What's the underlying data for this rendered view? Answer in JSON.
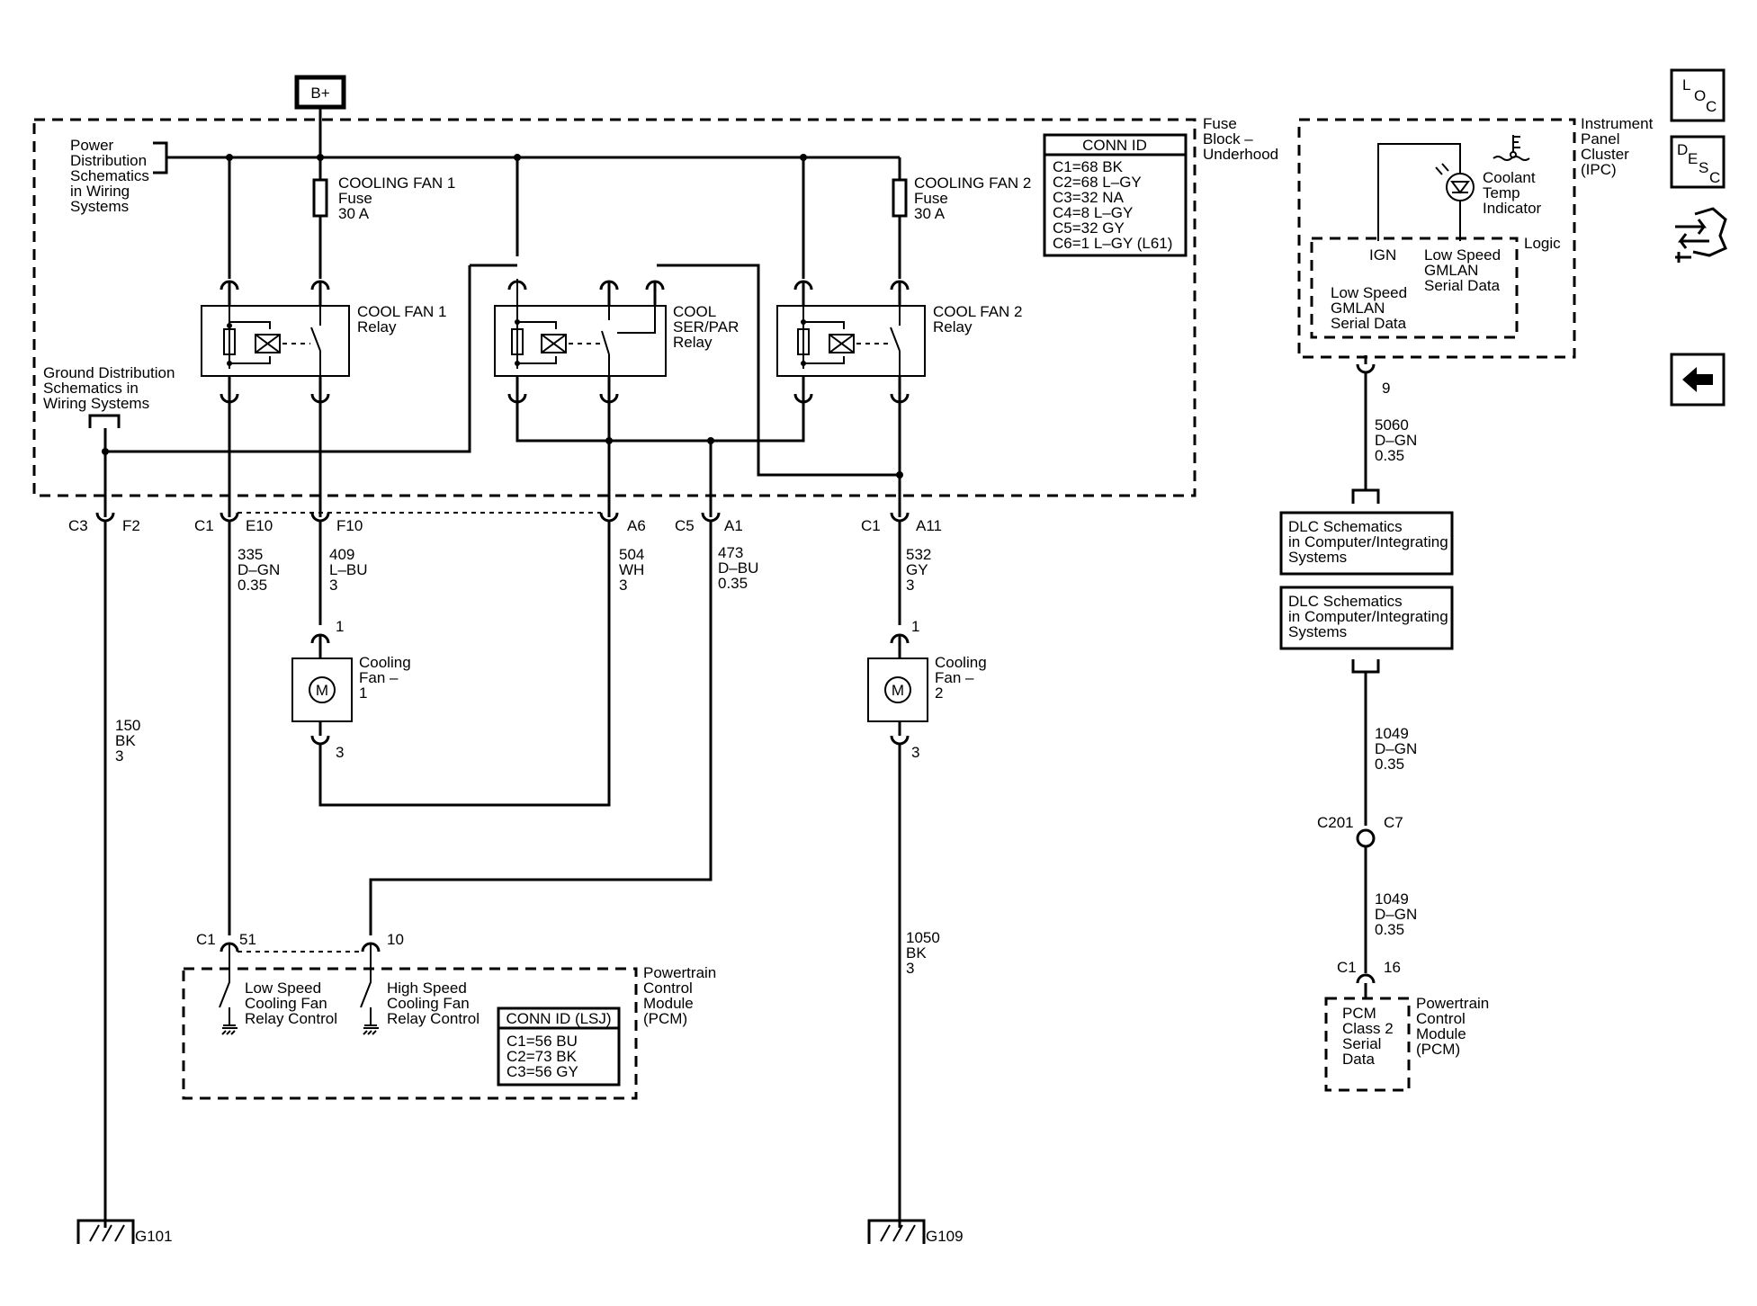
{
  "power": {
    "b_plus": "B+"
  },
  "fuse_block": {
    "title": [
      "Fuse",
      "Block –",
      "Underhood"
    ]
  },
  "power_distribution": [
    "Power",
    "Distribution",
    "Schematics",
    "in Wiring",
    "Systems"
  ],
  "ground_distribution": [
    "Ground Distribution",
    "Schematics in",
    "Wiring Systems"
  ],
  "fuses": [
    {
      "lines": [
        "COOLING FAN 1",
        "Fuse",
        "30 A"
      ]
    },
    {
      "lines": [
        "COOLING FAN 2",
        "Fuse",
        "30 A"
      ]
    }
  ],
  "relays": [
    {
      "lines": [
        "COOL FAN 1",
        "Relay"
      ]
    },
    {
      "lines": [
        "COOL",
        "SER/PAR",
        "Relay"
      ]
    },
    {
      "lines": [
        "COOL FAN 2",
        "Relay"
      ]
    }
  ],
  "conn_id": {
    "title": "CONN ID",
    "rows": [
      "C1=68 BK",
      "C2=68 L–GY",
      "C3=32 NA",
      "C4=8 L–GY",
      "C5=32 GY",
      "C6=1 L–GY (L61)"
    ]
  },
  "connectors": {
    "c3": "C3",
    "f2": "F2",
    "c1_a": "C1",
    "e10": "E10",
    "f10": "F10",
    "a6": "A6",
    "c5": "C5",
    "a1": "A1",
    "c1_b": "C1",
    "a11": "A11",
    "fan1_p1": "1",
    "fan1_p3": "3",
    "fan2_p1": "1",
    "fan2_p3": "3",
    "pcm_c1": "C1",
    "pcm_51": "51",
    "pcm_10": "10",
    "ipc_9": "9",
    "c201": "C201",
    "c7": "C7",
    "pcm2_c1": "C1",
    "pcm2_16": "16"
  },
  "wires": [
    {
      "lines": [
        "150",
        "BK",
        "3"
      ]
    },
    {
      "lines": [
        "335",
        "D–GN",
        "0.35"
      ]
    },
    {
      "lines": [
        "409",
        "L–BU",
        "3"
      ]
    },
    {
      "lines": [
        "504",
        "WH",
        "3"
      ]
    },
    {
      "lines": [
        "473",
        "D–BU",
        "0.35"
      ]
    },
    {
      "lines": [
        "532",
        "GY",
        "3"
      ]
    },
    {
      "lines": [
        "1050",
        "BK",
        "3"
      ]
    },
    {
      "lines": [
        "5060",
        "D–GN",
        "0.35"
      ]
    },
    {
      "lines": [
        "1049",
        "D–GN",
        "0.35"
      ]
    },
    {
      "lines": [
        "1049",
        "D–GN",
        "0.35"
      ]
    }
  ],
  "fans": [
    {
      "symbol": "M",
      "lines": [
        "Cooling",
        "Fan –",
        "1"
      ]
    },
    {
      "symbol": "M",
      "lines": [
        "Cooling",
        "Fan –",
        "2"
      ]
    }
  ],
  "pcm": {
    "title": [
      "Powertrain",
      "Control",
      "Module",
      "(PCM)"
    ],
    "low_speed": [
      "Low Speed",
      "Cooling Fan",
      "Relay Control"
    ],
    "high_speed": [
      "High Speed",
      "Cooling Fan",
      "Relay Control"
    ],
    "conn_id_title": "CONN ID (LSJ)",
    "conn_id_rows": [
      "C1=56 BU",
      "C2=73 BK",
      "C3=56 GY"
    ]
  },
  "grounds": {
    "g101": "G101",
    "g109": "G109"
  },
  "ipc": {
    "title": [
      "Instrument",
      "Panel",
      "Cluster",
      "(IPC)"
    ],
    "indicator": [
      "Coolant",
      "Temp",
      "Indicator"
    ],
    "logic": "Logic",
    "ign": "IGN",
    "gmlan_right": [
      "Low Speed",
      "GMLAN",
      "Serial Data"
    ],
    "gmlan_left": [
      "Low Speed",
      "GMLAN",
      "Serial Data"
    ]
  },
  "dlc": [
    {
      "lines": [
        "DLC Schematics",
        "in Computer/Integrating",
        "Systems"
      ]
    },
    {
      "lines": [
        "DLC Schematics",
        "in Computer/Integrating",
        "Systems"
      ]
    }
  ],
  "pcm2": {
    "inner": [
      "PCM",
      "Class 2",
      "Serial",
      "Data"
    ],
    "title": [
      "Powertrain",
      "Control",
      "Module",
      "(PCM)"
    ]
  },
  "side_buttons": {
    "loc": [
      "L",
      "O",
      "C"
    ],
    "desc": [
      "D",
      "E",
      "S",
      "C"
    ],
    "icon_names": [
      "loc-icon",
      "desc-icon",
      "connector-view-icon",
      "back-arrow-icon"
    ]
  }
}
